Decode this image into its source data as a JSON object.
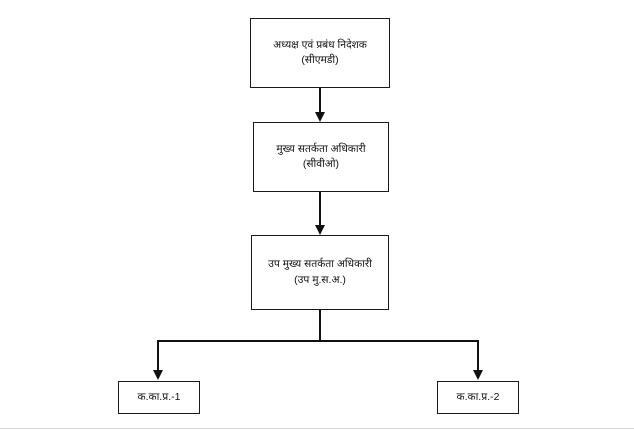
{
  "diagram": {
    "type": "organisation-chart",
    "orientation": "top-down",
    "nodes": [
      {
        "id": "cmd",
        "label": "अध्यक्ष एवं प्रबंध निदेशक\n(सीएमडी)",
        "level": 1
      },
      {
        "id": "cvo",
        "label": "मुख्य सतर्कता अधिकारी\n(सीवीओ)",
        "level": 2
      },
      {
        "id": "dycvo",
        "label": "उप मुख्य सतर्कता अधिकारी\n(उप मु.स.अ.)",
        "level": 3
      },
      {
        "id": "kkp1",
        "label": "क.का.प्र.-1",
        "level": 4
      },
      {
        "id": "kkp2",
        "label": "क.का.प्र.-2",
        "level": 4
      }
    ],
    "edges": [
      {
        "from": "cmd",
        "to": "cvo",
        "arrow": "down"
      },
      {
        "from": "cvo",
        "to": "dycvo",
        "arrow": "down"
      },
      {
        "from": "dycvo",
        "to": "kkp1",
        "arrow": "down"
      },
      {
        "from": "dycvo",
        "to": "kkp2",
        "arrow": "down"
      }
    ],
    "colors": {
      "background": "#ffffff",
      "box_border": "#1a1a1a",
      "connector": "#111111",
      "text": "#111111",
      "footer_divider": "#d6d6d6"
    }
  }
}
